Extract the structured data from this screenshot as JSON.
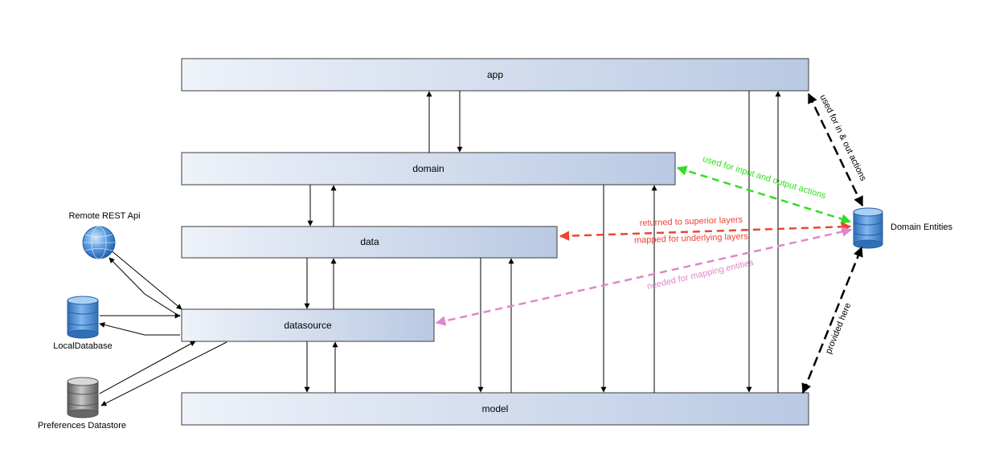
{
  "layers": {
    "app": "app",
    "domain": "domain",
    "data": "data",
    "datasource": "datasource",
    "model": "model"
  },
  "nodes": {
    "remote_api": "Remote REST Api",
    "local_db": "LocalDatabase",
    "prefs": "Preferences Datastore",
    "domain_entities": "Domain Entities"
  },
  "edges": {
    "in_out_actions": "used for in & out actions",
    "input_output_actions": "used for input and output actions",
    "returned": "returned to superior layers",
    "mapped": "mapped for underlying layers",
    "needed_mapping": "needed for mapping entities",
    "provided_here": "provided here"
  },
  "colors": {
    "box_start": "#eef2f9",
    "box_end": "#b9c9e3",
    "box_stroke": "#3c3c3c",
    "arrow": "#000000",
    "green": "#33dd22",
    "red": "#ee4433",
    "pink": "#dd88cc",
    "db_blue": "#4a90d9",
    "db_gray": "#8a8a8a",
    "globe": "#3a7fcf"
  }
}
